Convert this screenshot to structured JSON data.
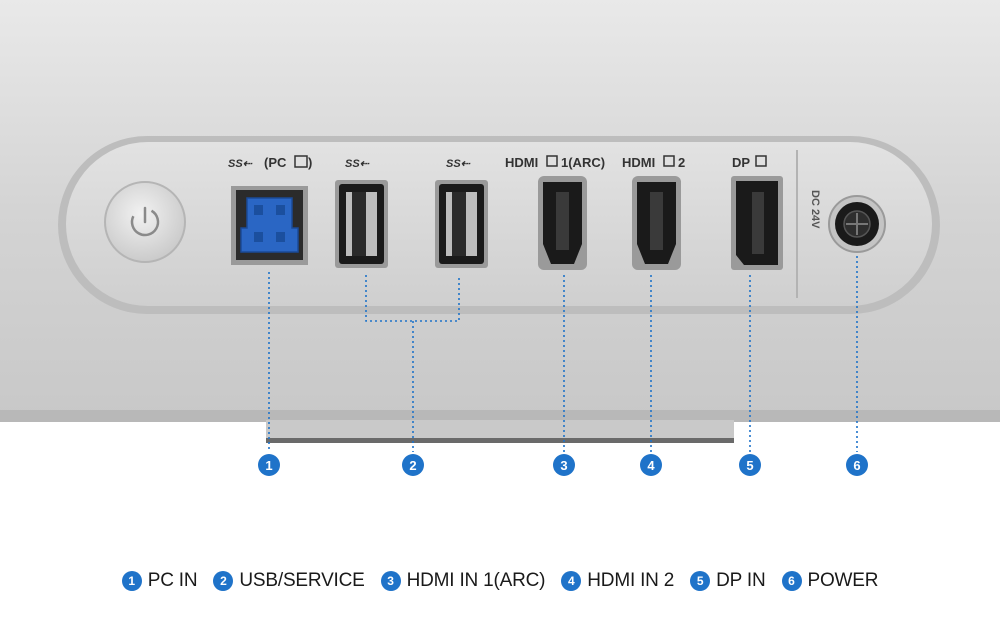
{
  "ports": {
    "p1_top": "(PC",
    "p2_top": "",
    "p3_top": "",
    "p4_top": "HDMI",
    "p4_top_suffix": "1(ARC)",
    "p5_top": "HDMI",
    "p5_top_suffix": "2",
    "p6_top": "DP",
    "dc_label": "DC 24V"
  },
  "callouts": [
    "1",
    "2",
    "3",
    "4",
    "5",
    "6"
  ],
  "legend": [
    {
      "num": "1",
      "label": "PC IN"
    },
    {
      "num": "2",
      "label": "USB/SERVICE"
    },
    {
      "num": "3",
      "label": "HDMI IN 1(ARC)"
    },
    {
      "num": "4",
      "label": "HDMI IN 2"
    },
    {
      "num": "5",
      "label": "DP IN"
    },
    {
      "num": "6",
      "label": "POWER"
    }
  ],
  "colors": {
    "callout_blue": "#1f73c9",
    "panel_gray": "#d6d6d6",
    "port_black": "#1a1a1a",
    "usb_b_blue": "#2a66c4"
  }
}
